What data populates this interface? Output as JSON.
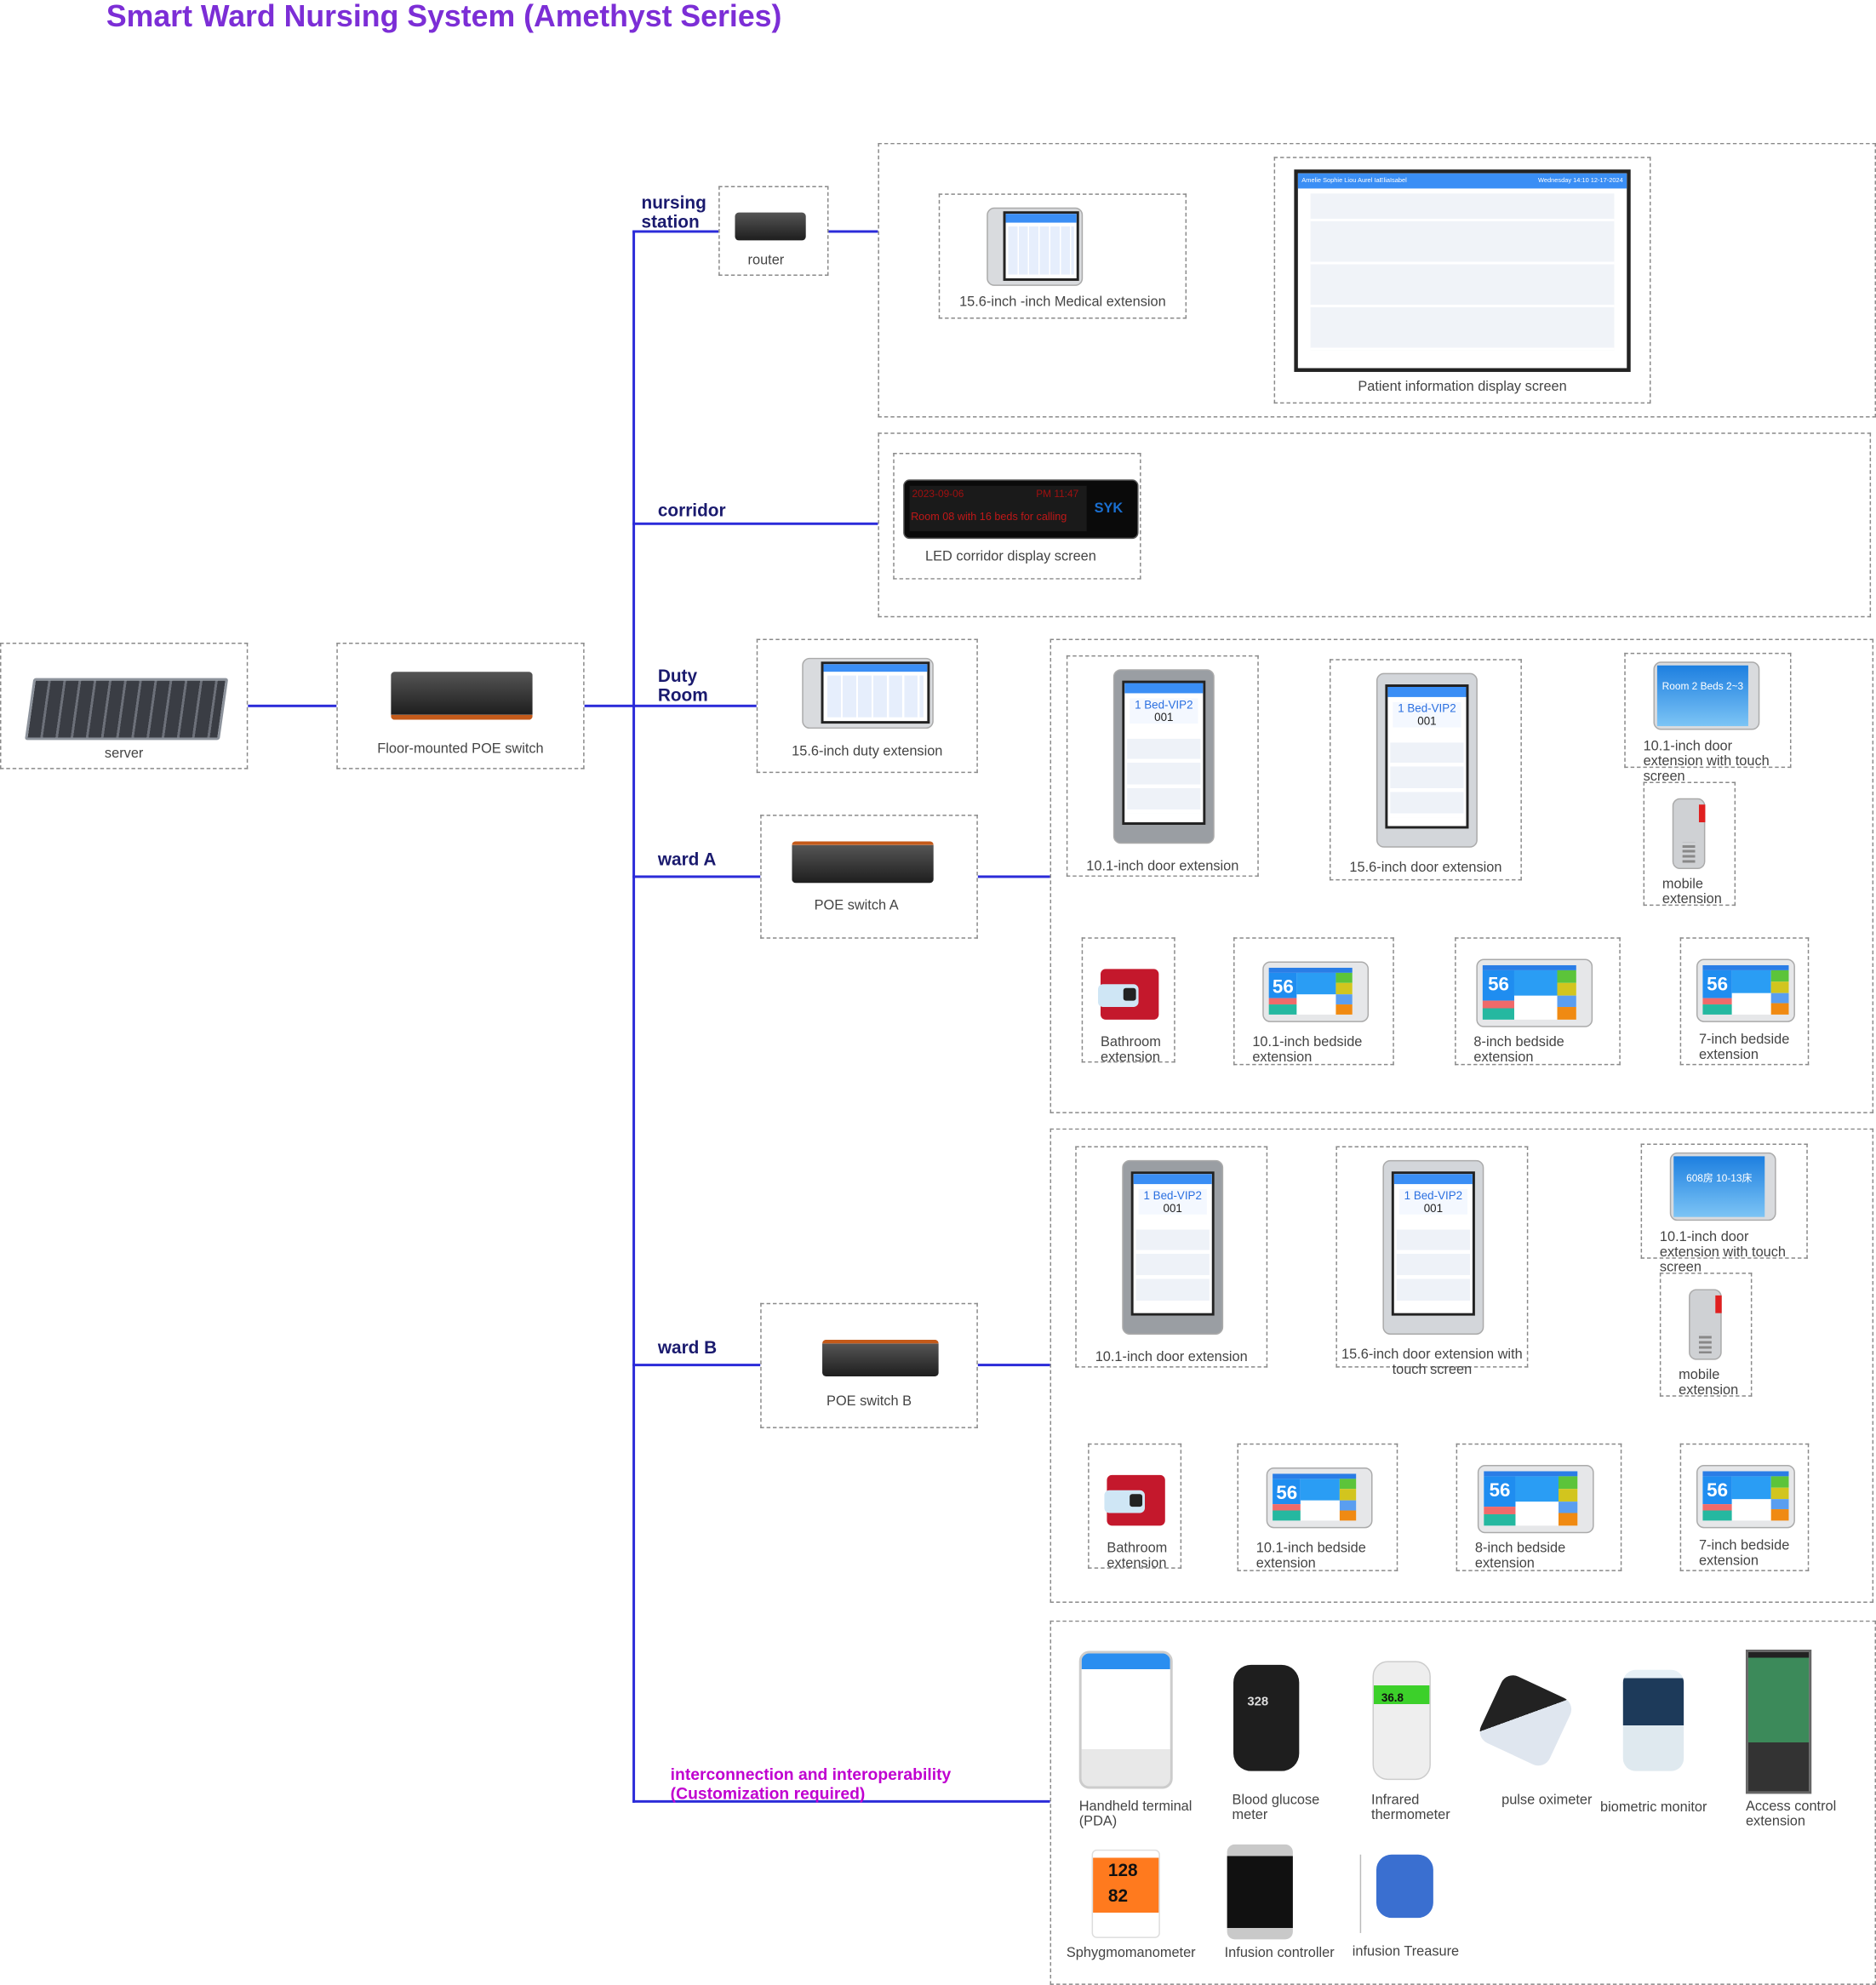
{
  "title": "Smart Ward Nursing System (Amethyst Series)",
  "colors": {
    "title": "#7c2ed6",
    "connector": "#2b2bd9",
    "zone_label": "#1a1a6e",
    "interconnect_label": "#c000d0"
  },
  "core": {
    "server": "server",
    "switch": "Floor-mounted POE switch"
  },
  "zones": {
    "nursing_station": {
      "label": "nursing station",
      "router": "router",
      "medical_extension": "15.6-inch -inch Medical extension",
      "patient_display": "Patient information display screen",
      "patient_display_header": "Amelie Sophie Liou Aurel IaEliaIsabel",
      "patient_display_date": "Wednesday 14:10 12-17-2024"
    },
    "corridor": {
      "label": "corridor",
      "led_display": "LED corridor display screen",
      "led_date": "2023-09-06",
      "led_time": "PM 11:47",
      "led_message": "Room 08 with 16 beds for calling",
      "led_brand": "SYK"
    },
    "duty_room": {
      "label": "Duty Room",
      "duty_extension": "15.6-inch duty extension"
    },
    "ward_a": {
      "label": "ward A",
      "switch": "POE switch A",
      "devices": [
        "10.1-inch door extension",
        "15.6-inch door extension",
        "10.1-inch door extension with touch screen",
        "mobile extension",
        "Bathroom extension",
        "10.1-inch bedside extension",
        "8-inch bedside extension",
        "7-inch bedside extension"
      ]
    },
    "ward_b": {
      "label": "ward B",
      "switch": "POE switch B",
      "devices": [
        "10.1-inch door extension",
        "15.6-inch door extension with touch screen",
        "10.1-inch door extension with touch screen",
        "mobile extension",
        "Bathroom extension",
        "10.1-inch bedside extension",
        "8-inch bedside extension",
        "7-inch bedside extension"
      ]
    },
    "interconnection": {
      "label": "interconnection and interoperability (Customization required)",
      "devices": [
        "Handheld terminal (PDA)",
        "Blood glucose meter",
        "Infrared thermometer",
        "pulse oximeter",
        "biometric monitor",
        "Access control extension",
        "Sphygmomanometer",
        "Infusion controller",
        "infusion Treasure"
      ]
    }
  },
  "screen_text": {
    "door_bed": "1 Bed-VIP2",
    "door_num": "001",
    "touch_room_a": "Room 2 Beds 2~3",
    "touch_room_b": "608房 10-13床",
    "bedside_value": "56",
    "thermo_value": "36.8",
    "glucose_value": "328",
    "bp_sys": "128",
    "bp_dia": "82"
  }
}
